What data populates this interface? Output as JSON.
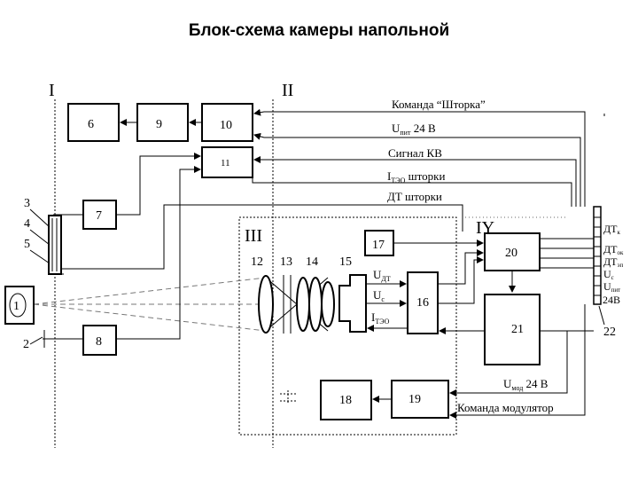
{
  "title": "Блок-схема камеры напольной",
  "zones": {
    "I": "I",
    "II": "II",
    "III": "III",
    "IY": "IY"
  },
  "blocks": {
    "b1": "1",
    "b6": "6",
    "b7": "7",
    "b8": "8",
    "b9": "9",
    "b10": "10",
    "b11": "11",
    "b16": "16",
    "b17": "17",
    "b18": "18",
    "b19": "19",
    "b20": "20",
    "b21": "21"
  },
  "callouts": {
    "n2": "2",
    "n3": "3",
    "n4": "4",
    "n5": "5",
    "n12": "12",
    "n13": "13",
    "n14": "14",
    "n15": "15",
    "n22": "22"
  },
  "signals": {
    "shutter_cmd": "Команда “Шторка”",
    "u_pit_main": "U",
    "u_pit_sub": "пит",
    "u_pit_val": " 24 В",
    "kv_signal": "Сигнал КВ",
    "i_tsyo_main": "I",
    "i_tsyo_sub": "ТЭО",
    "i_tsyo_rest": " шторки",
    "dt_shutter": "ДТ шторки",
    "u_dt_main": "U",
    "u_dt_sub": "ДТ",
    "u_s_main": "U",
    "u_s_sub": "с",
    "i_teo2_main": "I",
    "i_teo2_sub": "ТЭО",
    "u_mod_main": "U",
    "u_mod_sub": "мод",
    "u_mod_val": " 24 В",
    "modulator_cmd": "Команда модулятор"
  },
  "connector": {
    "dt_k_main": "ДТ",
    "dt_k_sub": "к",
    "dt_ok_main": "ДТ",
    "dt_ok_sub": "ок",
    "dt_ep_main": "ДТ",
    "dt_ep_sub": "эп",
    "u_c_main": "U",
    "u_c_sub": "с",
    "u_pit_main": "U",
    "u_pit_sub": "пит",
    "v24": "24В"
  }
}
